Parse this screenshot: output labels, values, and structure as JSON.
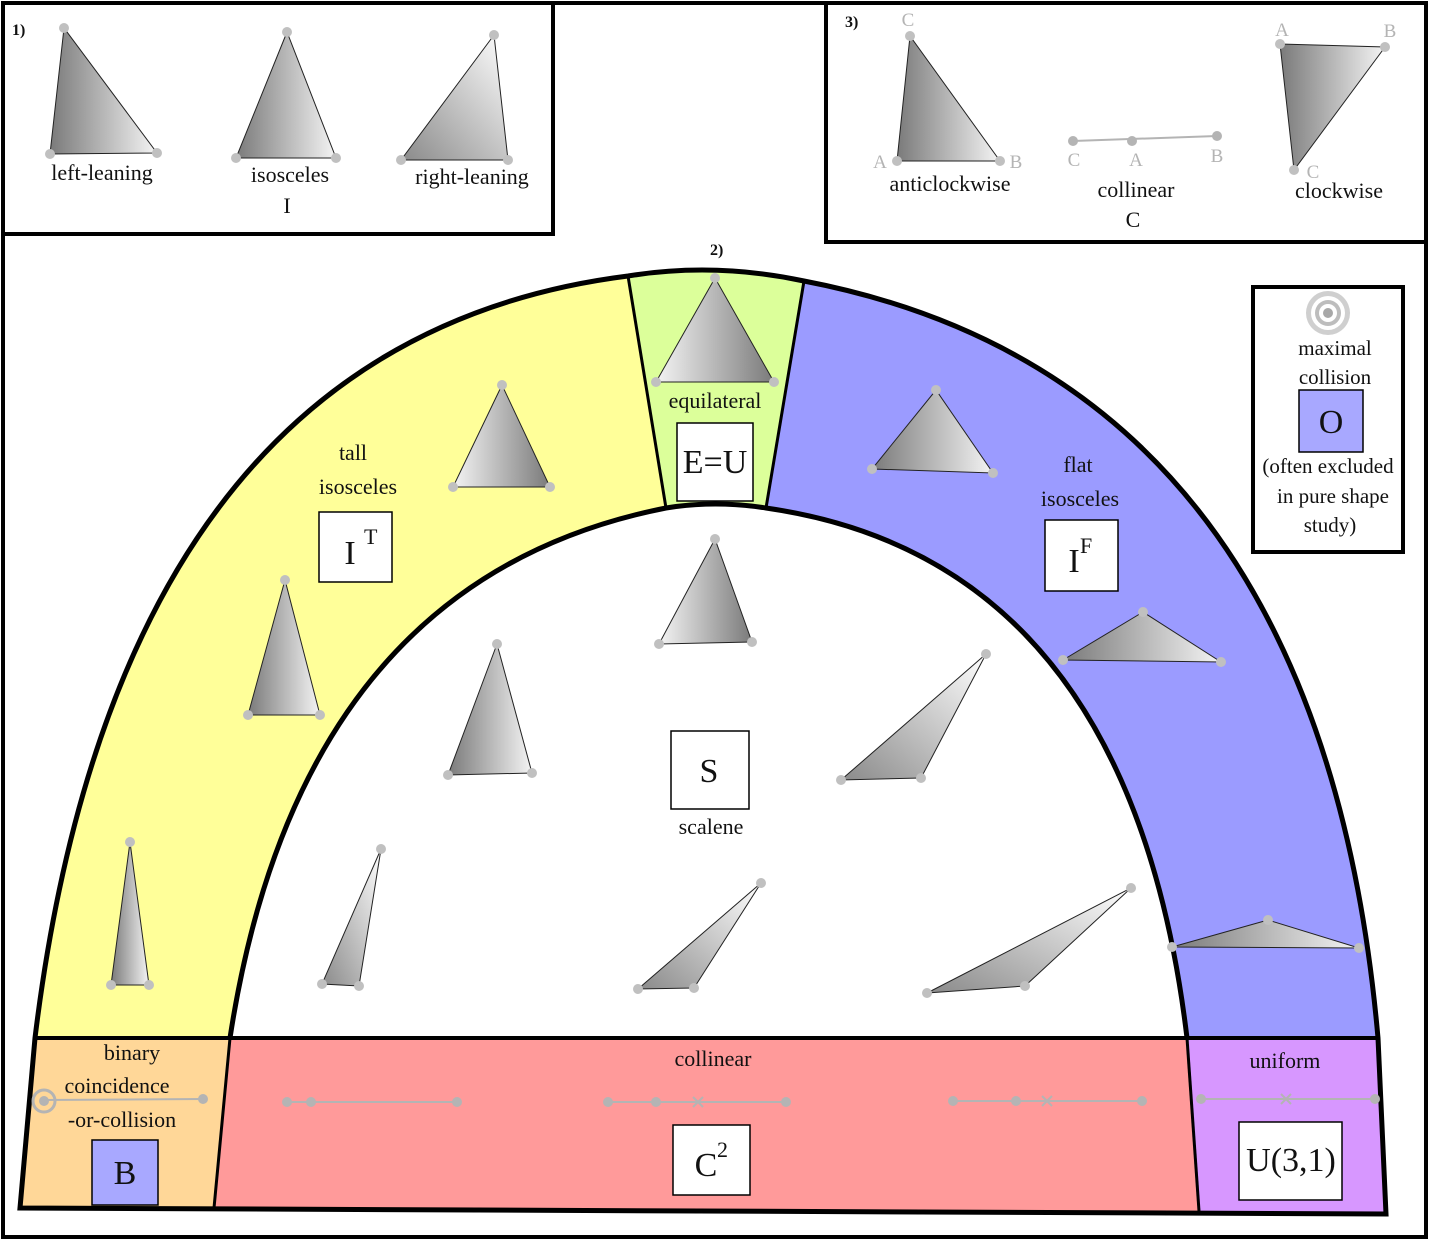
{
  "panel1": {
    "number": "1)",
    "labels": {
      "left_leaning": "left-leaning",
      "isosceles": "isosceles",
      "isosceles_symbol": "I",
      "right_leaning": "right-leaning"
    }
  },
  "panel2": {
    "number": "2)",
    "regions": {
      "tall_isosceles": {
        "line1": "tall",
        "line2": "isosceles",
        "symbol": "I",
        "sup": "T",
        "color": "#ffff99"
      },
      "equilateral": {
        "label": "equilateral",
        "symbol": "E=U",
        "color": "#dcff9a"
      },
      "flat_isosceles": {
        "line1": "flat",
        "line2": "isosceles",
        "symbol": "I",
        "sup": "F",
        "color": "#9b9bff"
      },
      "scalene": {
        "label": "scalene",
        "symbol": "S",
        "color": "#ffffff"
      },
      "binary": {
        "line1": "binary",
        "line2": "coincidence",
        "line3": "-or-collision",
        "symbol": "B",
        "color": "#ffd798",
        "box_color": "#a8a8ff"
      },
      "collinear": {
        "label": "collinear",
        "symbol": "C",
        "sup": "2",
        "color": "#ff9a9a"
      },
      "uniform": {
        "label": "uniform",
        "symbol": "U(3,1)",
        "color": "#d797ff"
      }
    },
    "maximal_collision": {
      "line1": "maximal",
      "line2": "collision",
      "symbol": "O",
      "note1": "(often excluded",
      "note2": "in pure shape",
      "note3": "study)",
      "box_color": "#a8a8ff"
    }
  },
  "panel3": {
    "number": "3)",
    "anticlockwise": {
      "label": "anticlockwise",
      "vertices": [
        "C",
        "A",
        "B"
      ]
    },
    "collinear": {
      "label": "collinear",
      "symbol": "C",
      "vertices": [
        "C",
        "A",
        "B"
      ]
    },
    "clockwise": {
      "label": "clockwise",
      "vertices": [
        "A",
        "B",
        "C"
      ]
    }
  },
  "colors": {
    "outline": "#000000",
    "vertex": "#c0c0c0",
    "segment": "#b4b4b4"
  }
}
